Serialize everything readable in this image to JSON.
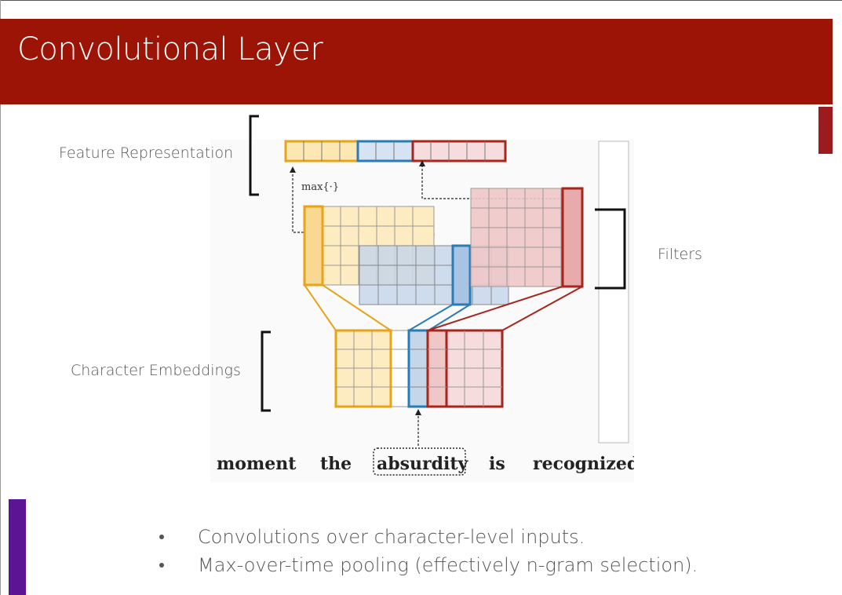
{
  "slide": {
    "title": "Convolutional Layer",
    "colors": {
      "title_bar": "#9b1405",
      "accent_left": "#5b1494",
      "accent_right": "#9b1b1e"
    }
  },
  "labels": {
    "feature": "Feature Representation",
    "char": "Character Embeddings",
    "filters": "Filters"
  },
  "figure": {
    "max_label": "max{·}",
    "words": [
      "moment",
      "the",
      "absurdity",
      "is",
      "recognized"
    ],
    "colors": {
      "yellow": "#e8a317",
      "blue": "#2b7bb5",
      "red": "#a8251b"
    }
  },
  "bullets": [
    "Convolutions over character-level inputs.",
    "Max-over-time pooling (effectively n-gram selection)."
  ]
}
